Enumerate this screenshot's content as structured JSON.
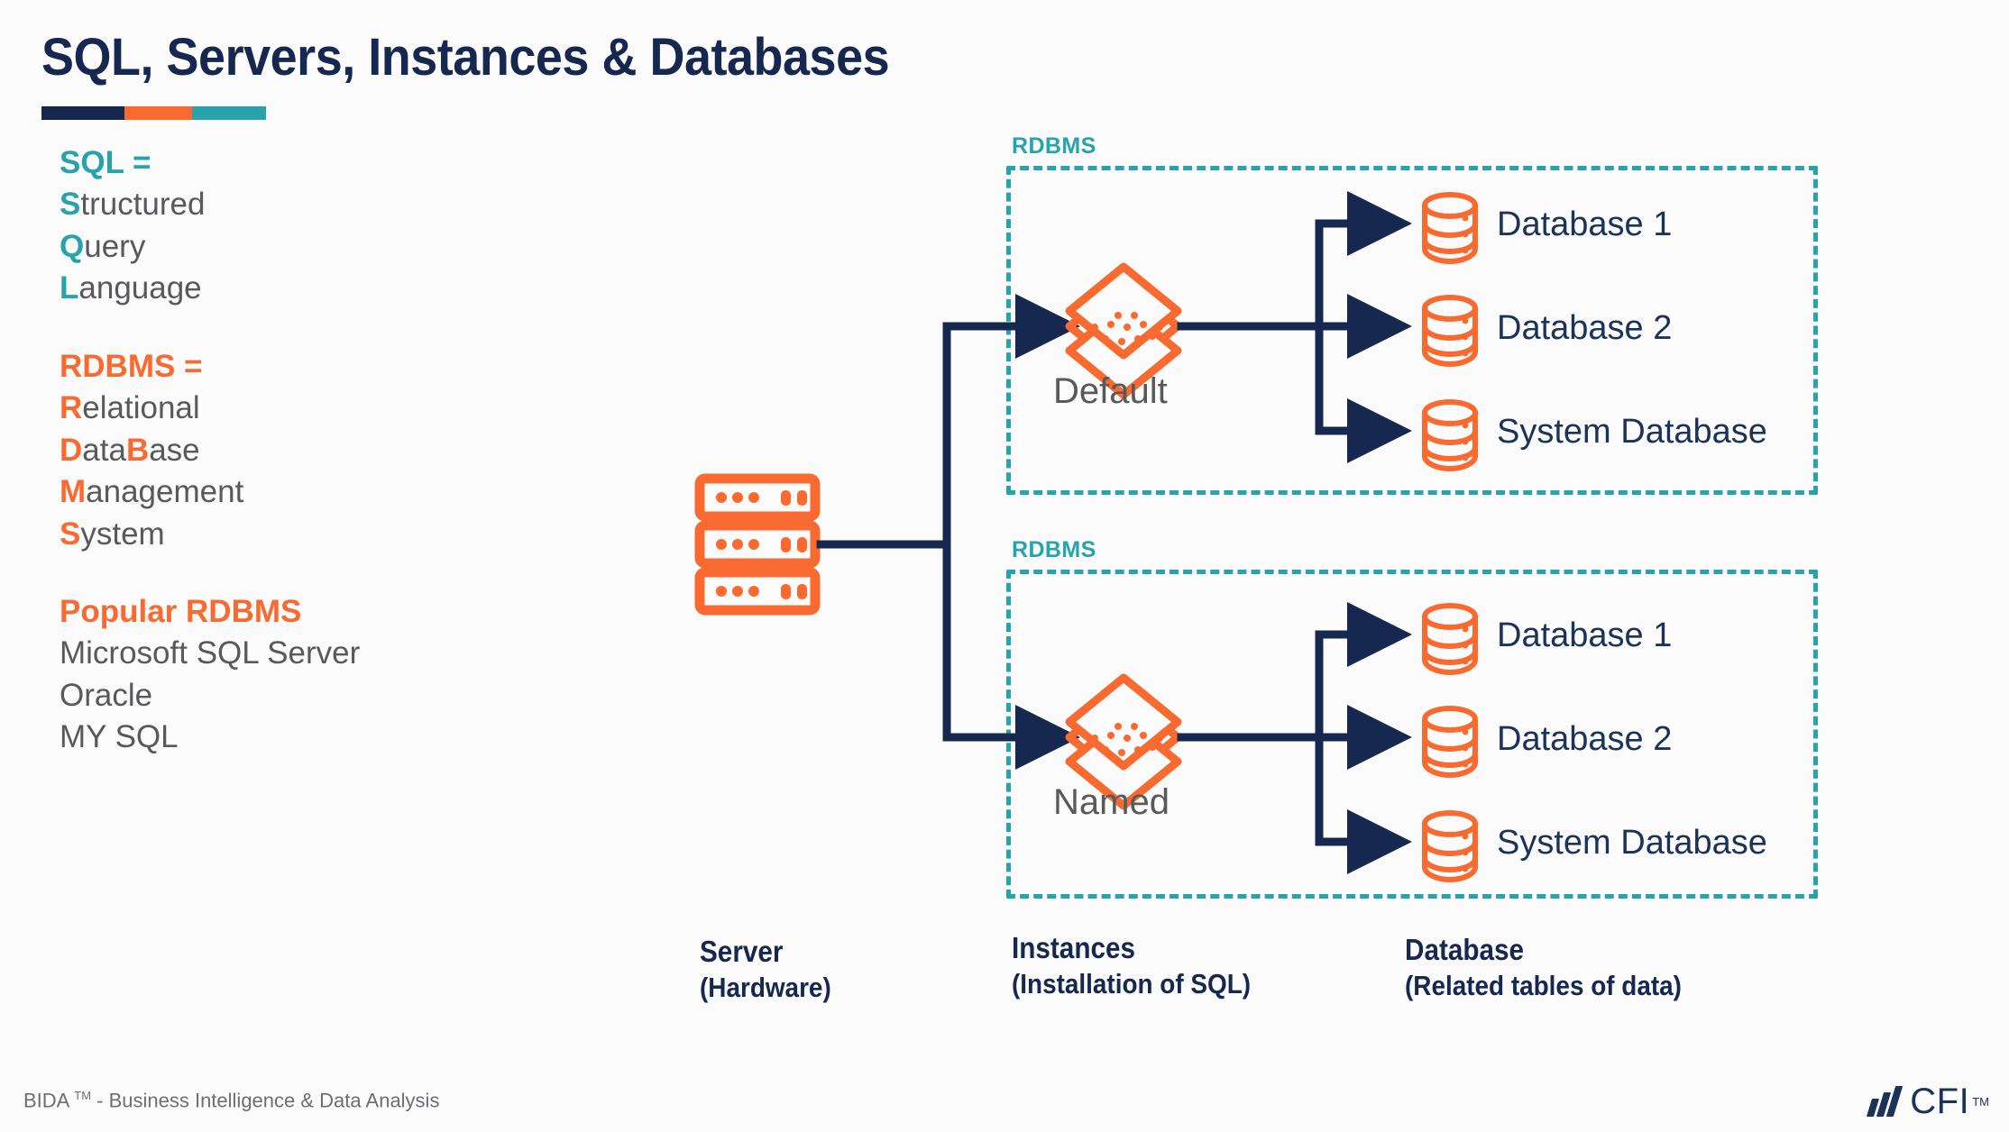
{
  "colors": {
    "navy": "#16284f",
    "navy_text": "#1b3259",
    "orange": "#f96a31",
    "teal": "#27a3ab",
    "gray": "#58595b",
    "background": "#fbfbfb"
  },
  "header": {
    "title": "SQL, Servers, Instances & Databases"
  },
  "sidebar": {
    "blocks": [
      {
        "heading": "SQL =",
        "heading_color": "teal",
        "lines": [
          {
            "accent": "S",
            "rest": "tructured"
          },
          {
            "accent": "Q",
            "rest": "uery"
          },
          {
            "accent": "L",
            "rest": "anguage"
          }
        ]
      },
      {
        "heading": "RDBMS =",
        "heading_color": "orange",
        "lines": [
          {
            "accent": "R",
            "rest": "elational"
          },
          {
            "accent": "D",
            "rest": "ata",
            "accent2": "B",
            "rest2": "ase"
          },
          {
            "accent": "M",
            "rest": "anagement"
          },
          {
            "accent": "S",
            "rest": "ystem"
          }
        ]
      },
      {
        "heading": "Popular RDBMS",
        "heading_color": "orange",
        "plain_lines": [
          "Microsoft SQL Server",
          "Oracle",
          "MY SQL"
        ]
      }
    ]
  },
  "diagram": {
    "server": {
      "icon": "server-rack-icon",
      "caption_line1": "Server",
      "caption_line2": "(Hardware)"
    },
    "instances_caption": {
      "line1": "Instances",
      "line2": "(Installation of SQL)"
    },
    "database_caption": {
      "line1": "Database",
      "line2": "(Related tables of data)"
    },
    "groups": [
      {
        "box_label": "RDBMS",
        "instance_icon": "layers-icon",
        "instance_label": "Default",
        "databases": [
          {
            "icon": "database-cylinder-icon",
            "label": "Database 1"
          },
          {
            "icon": "database-cylinder-icon",
            "label": "Database 2"
          },
          {
            "icon": "database-cylinder-icon",
            "label": "System Database"
          }
        ]
      },
      {
        "box_label": "RDBMS",
        "instance_icon": "layers-icon",
        "instance_label": "Named",
        "databases": [
          {
            "icon": "database-cylinder-icon",
            "label": "Database 1"
          },
          {
            "icon": "database-cylinder-icon",
            "label": "Database 2"
          },
          {
            "icon": "database-cylinder-icon",
            "label": "System Database"
          }
        ]
      }
    ]
  },
  "footer": {
    "program": "BIDA ",
    "tm": "TM",
    "tagline": " - Business Intelligence & Data Analysis",
    "logo_word": "CFI",
    "logo_tm": "TM"
  }
}
